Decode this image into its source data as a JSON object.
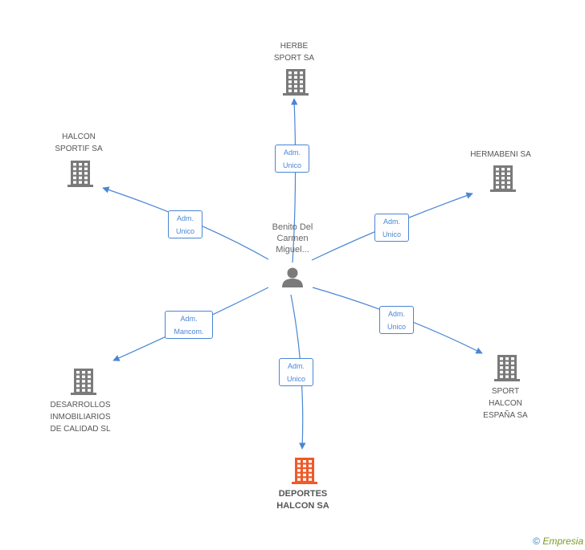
{
  "center": {
    "name": "Benito Del\nCarmen\nMiguel..."
  },
  "nodes": [
    {
      "id": "herbe",
      "name": "HERBE\nSPORT SA",
      "role": "Adm.\nUnico",
      "highlight": false
    },
    {
      "id": "halcon-sportif",
      "name": "HALCON\nSPORTIF SA",
      "role": "Adm.\nUnico",
      "highlight": false
    },
    {
      "id": "hermabeni",
      "name": "HERMABENI SA",
      "role": "Adm.\nUnico",
      "highlight": false
    },
    {
      "id": "desarrollos",
      "name": "DESARROLLOS\nINMOBILIARIOS\nDE CALIDAD SL",
      "role": "Adm.\nMancom.",
      "highlight": false
    },
    {
      "id": "sport-halcon",
      "name": "SPORT\nHALCON\nESPAÑA SA",
      "role": "Adm.\nUnico",
      "highlight": false
    },
    {
      "id": "deportes",
      "name": "DEPORTES\nHALCON SA",
      "role": "Adm.\nUnico",
      "highlight": true
    }
  ],
  "colors": {
    "edge": "#4a86d4",
    "building": "#7a7a7a",
    "highlight": "#f05a28",
    "person": "#7a7a7a"
  },
  "footer": {
    "copyright": "©",
    "brand": "Empresia"
  }
}
